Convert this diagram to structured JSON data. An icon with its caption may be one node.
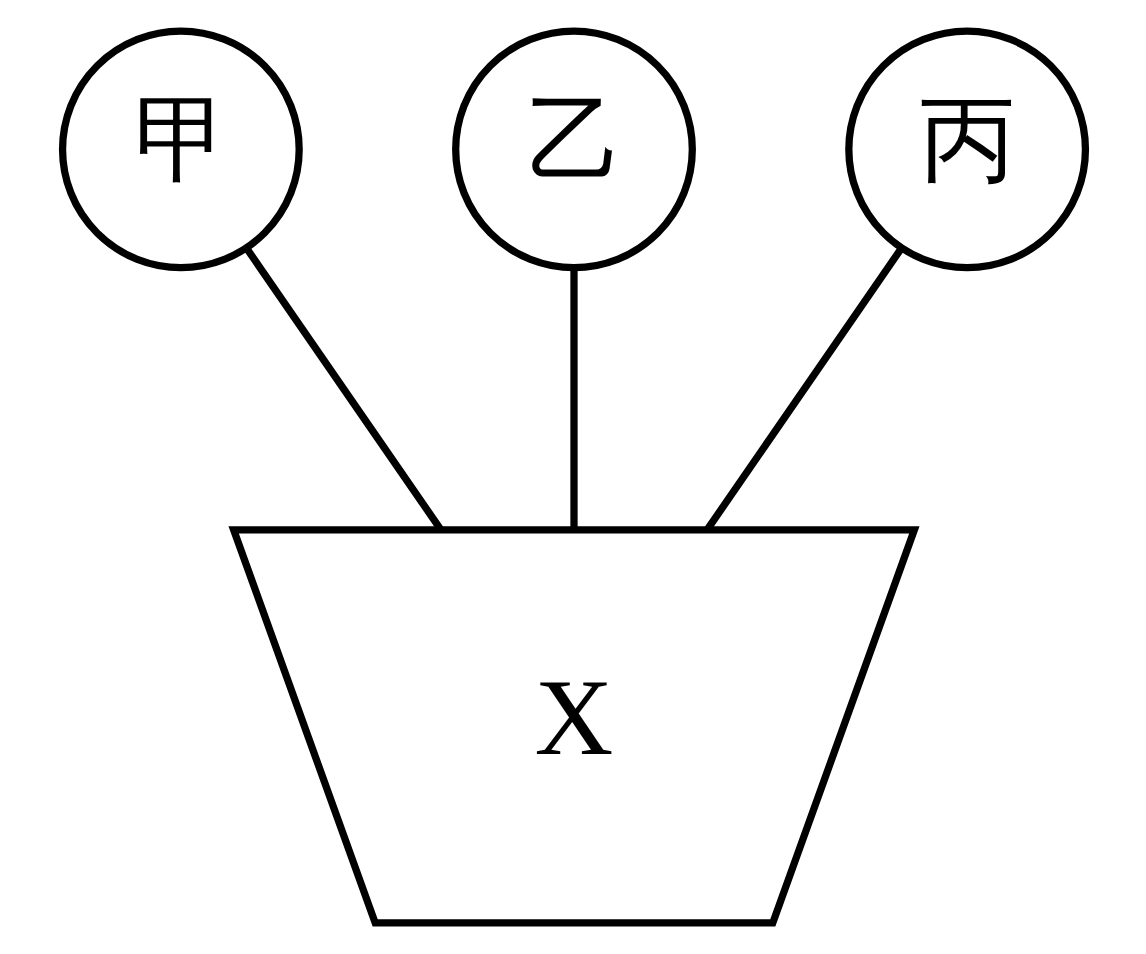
{
  "diagram": {
    "nodes": [
      {
        "text": [
          "甲"
        ]
      },
      {
        "text": [
          "乙"
        ]
      },
      {
        "text": [
          "丙"
        ]
      },
      {
        "text": [
          "X"
        ]
      }
    ],
    "edges": [
      {
        "from": 0,
        "to": 3,
        "arrow": "none"
      },
      {
        "from": 1,
        "to": 3,
        "arrow": "none"
      },
      {
        "from": 2,
        "to": 3,
        "arrow": "none"
      }
    ]
  }
}
